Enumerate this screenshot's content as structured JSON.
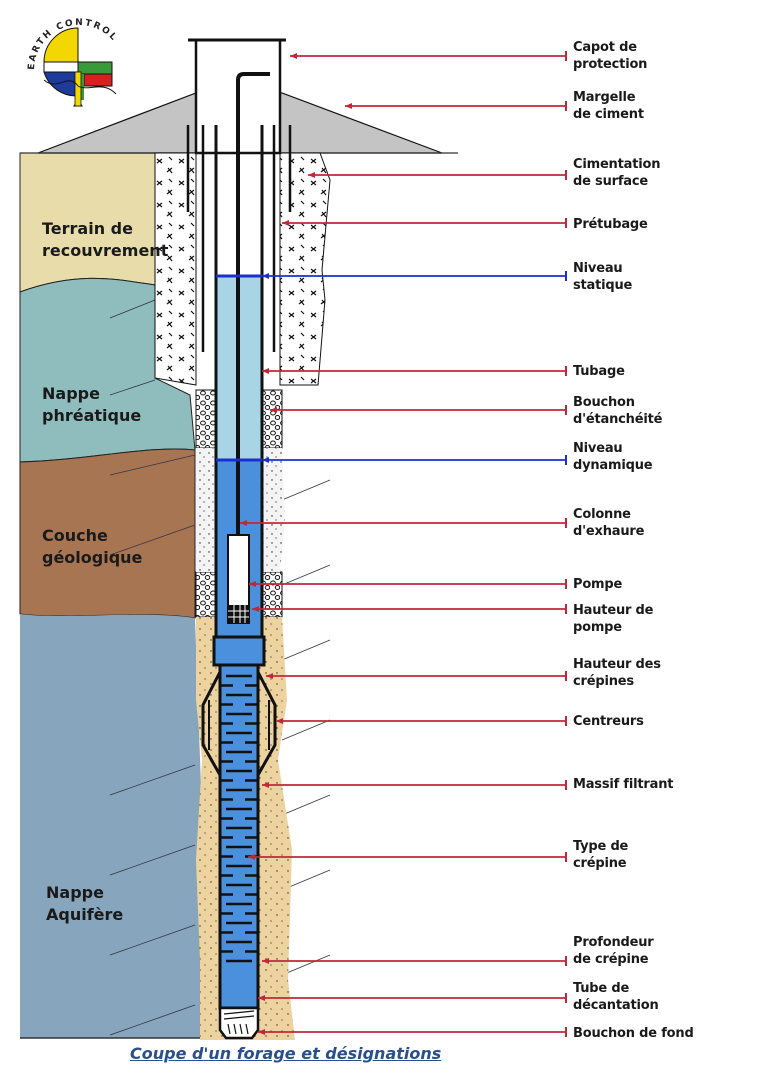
{
  "logo": {
    "text": "EARTH CONTROL"
  },
  "caption": "Coupe d'un forage et désignations",
  "colors": {
    "callout_red": "#c0283a",
    "callout_blue": "#1a2fcc",
    "terrain": "#e8dcaa",
    "nappe_phreatique": "#8fbcbc",
    "couche_geologique": "#a87553",
    "nappe_aquifere": "#87a5bc",
    "massif_filtrant": "#ecd3a0",
    "water_static": "#a8d4e6",
    "water_dynamic": "#4a90dc",
    "margelle": "#c4c4c4"
  },
  "layers": [
    {
      "id": "terrain",
      "label": "Terrain de\nrecouvrement"
    },
    {
      "id": "phreatique",
      "label": "Nappe\nphréatique"
    },
    {
      "id": "geologique",
      "label": "Couche\ngéologique"
    },
    {
      "id": "aquifere",
      "label": "Nappe\nAquifère"
    }
  ],
  "callouts": [
    {
      "label": "Capot de\nprotection",
      "color": "red"
    },
    {
      "label": "Margelle\nde ciment",
      "color": "red"
    },
    {
      "label": "Cimentation\nde surface",
      "color": "red"
    },
    {
      "label": "Prétubage",
      "color": "red"
    },
    {
      "label": "Niveau\nstatique",
      "color": "blue"
    },
    {
      "label": "Tubage",
      "color": "red"
    },
    {
      "label": "Bouchon\nd'étanchéité",
      "color": "red"
    },
    {
      "label": "Niveau\ndynamique",
      "color": "blue"
    },
    {
      "label": "Colonne\nd'exhaure",
      "color": "red"
    },
    {
      "label": "Pompe",
      "color": "red"
    },
    {
      "label": "Hauteur de\npompe",
      "color": "red"
    },
    {
      "label": "Hauteur des\ncrépines",
      "color": "red"
    },
    {
      "label": "Centreurs",
      "color": "red"
    },
    {
      "label": "Massif filtrant",
      "color": "red"
    },
    {
      "label": "Type de\ncrépine",
      "color": "red"
    },
    {
      "label": "Profondeur\nde crépine",
      "color": "red"
    },
    {
      "label": "Tube de\ndécantation",
      "color": "red"
    },
    {
      "label": "Bouchon de fond",
      "color": "red"
    }
  ]
}
